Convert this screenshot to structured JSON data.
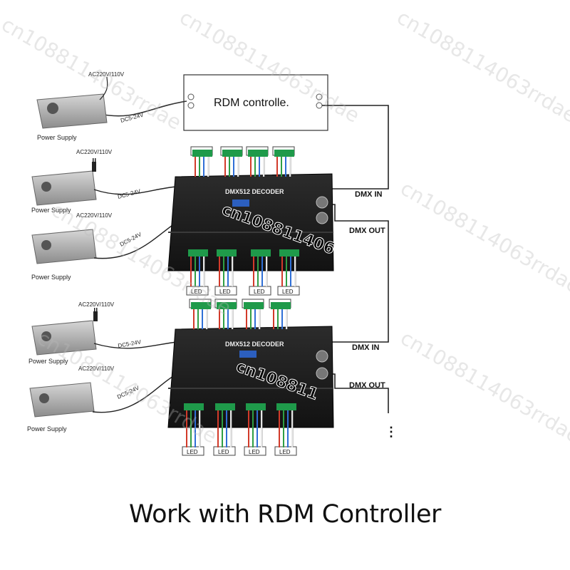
{
  "diagram": {
    "controller_label": "RDM controlle.",
    "psu_label": "Power Supply",
    "ac_label": "AC220V/110V",
    "dc_label": "DC5-24V",
    "decoder_title": "DMX512 DECODER",
    "led_label": "LED",
    "dmx_in_label": "DMX IN",
    "dmx_out_label": "DMX OUT",
    "continuation": "⋮",
    "watermark": "cn1088114063rrdae",
    "watermark_fragment_1": "cn108811406",
    "watermark_fragment_2": "cn108811",
    "caption": "Work with RDM Controller"
  },
  "colors": {
    "decoder_body": "#1c1c1c",
    "terminal_green": "#1f9a4a",
    "wire_red": "#d23a2a",
    "wire_green": "#2f9e44",
    "wire_blue": "#2f6fd6",
    "wire_white": "#e9e9e9"
  },
  "icons": [
    "power-plug-icon",
    "power-supply-icon",
    "xlr-connector-icon"
  ]
}
